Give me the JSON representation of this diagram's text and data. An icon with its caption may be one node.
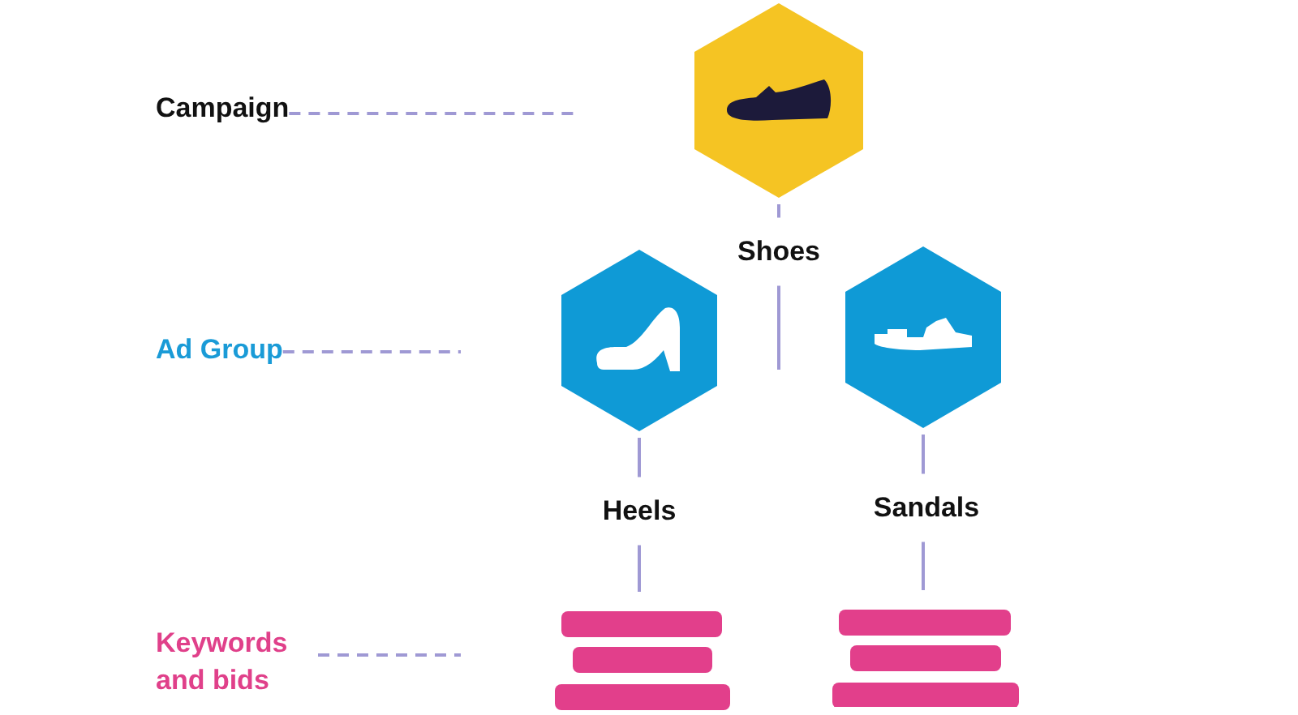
{
  "diagram": {
    "nodes": [
      {
        "text": [
          "Campaign"
        ]
      },
      {
        "text": [
          "Ad Group"
        ]
      },
      {
        "text": [
          "Keywords and bids"
        ]
      },
      {
        "text": [],
        "shape": "hexagon"
      },
      {
        "text": [],
        "shape": "hexagon"
      },
      {
        "text": [],
        "shape": "hexagon"
      },
      {
        "text": [],
        "shape": "bar"
      },
      {
        "text": [],
        "shape": "bar"
      }
    ],
    "edges": [
      {
        "from": 0,
        "to": null,
        "arrow": "none",
        "style": "dashed"
      },
      {
        "from": 1,
        "to": null,
        "arrow": "none",
        "style": "dashed"
      },
      {
        "from": 2,
        "to": null,
        "arrow": "none",
        "style": "dashed"
      },
      {
        "from": 3,
        "to": null,
        "arrow": "none",
        "label": "Shoes"
      },
      {
        "from": 4,
        "to": 6,
        "arrow": "none",
        "label": "Heels"
      },
      {
        "from": 5,
        "to": 7,
        "arrow": "none",
        "label": "Sandals"
      }
    ]
  }
}
